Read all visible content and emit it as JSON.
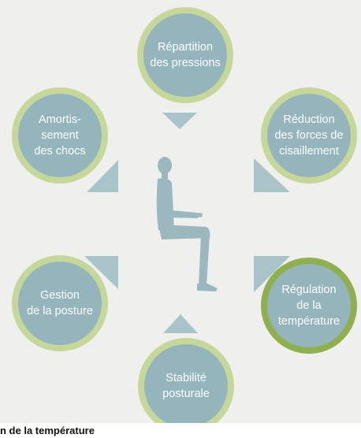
{
  "diagram": {
    "nodes": [
      {
        "id": "repartition",
        "label": "Répartition\ndes pressions",
        "state": "default"
      },
      {
        "id": "reduction",
        "label": "Réduction\ndes forces de\ncisaillement",
        "state": "default"
      },
      {
        "id": "regulation",
        "label": "Régulation\nde la\ntempérature",
        "state": "active"
      },
      {
        "id": "stabilite",
        "label": "Stabilité\nposturale",
        "state": "default"
      },
      {
        "id": "gestion",
        "label": "Gestion\nde la posture",
        "state": "default"
      },
      {
        "id": "amortissement",
        "label": "Amortis-\nsement\ndes chocs",
        "state": "default"
      }
    ],
    "center_icon": "seated-person-icon",
    "caption": "n de la température"
  },
  "colors": {
    "background": "#eff0ee",
    "circle_fill": "#95b5bc",
    "ring_default": "#c6d79a",
    "ring_active": "#8fb04e",
    "pointer": "#a9c4c8",
    "figure": "#9cb8bf"
  }
}
